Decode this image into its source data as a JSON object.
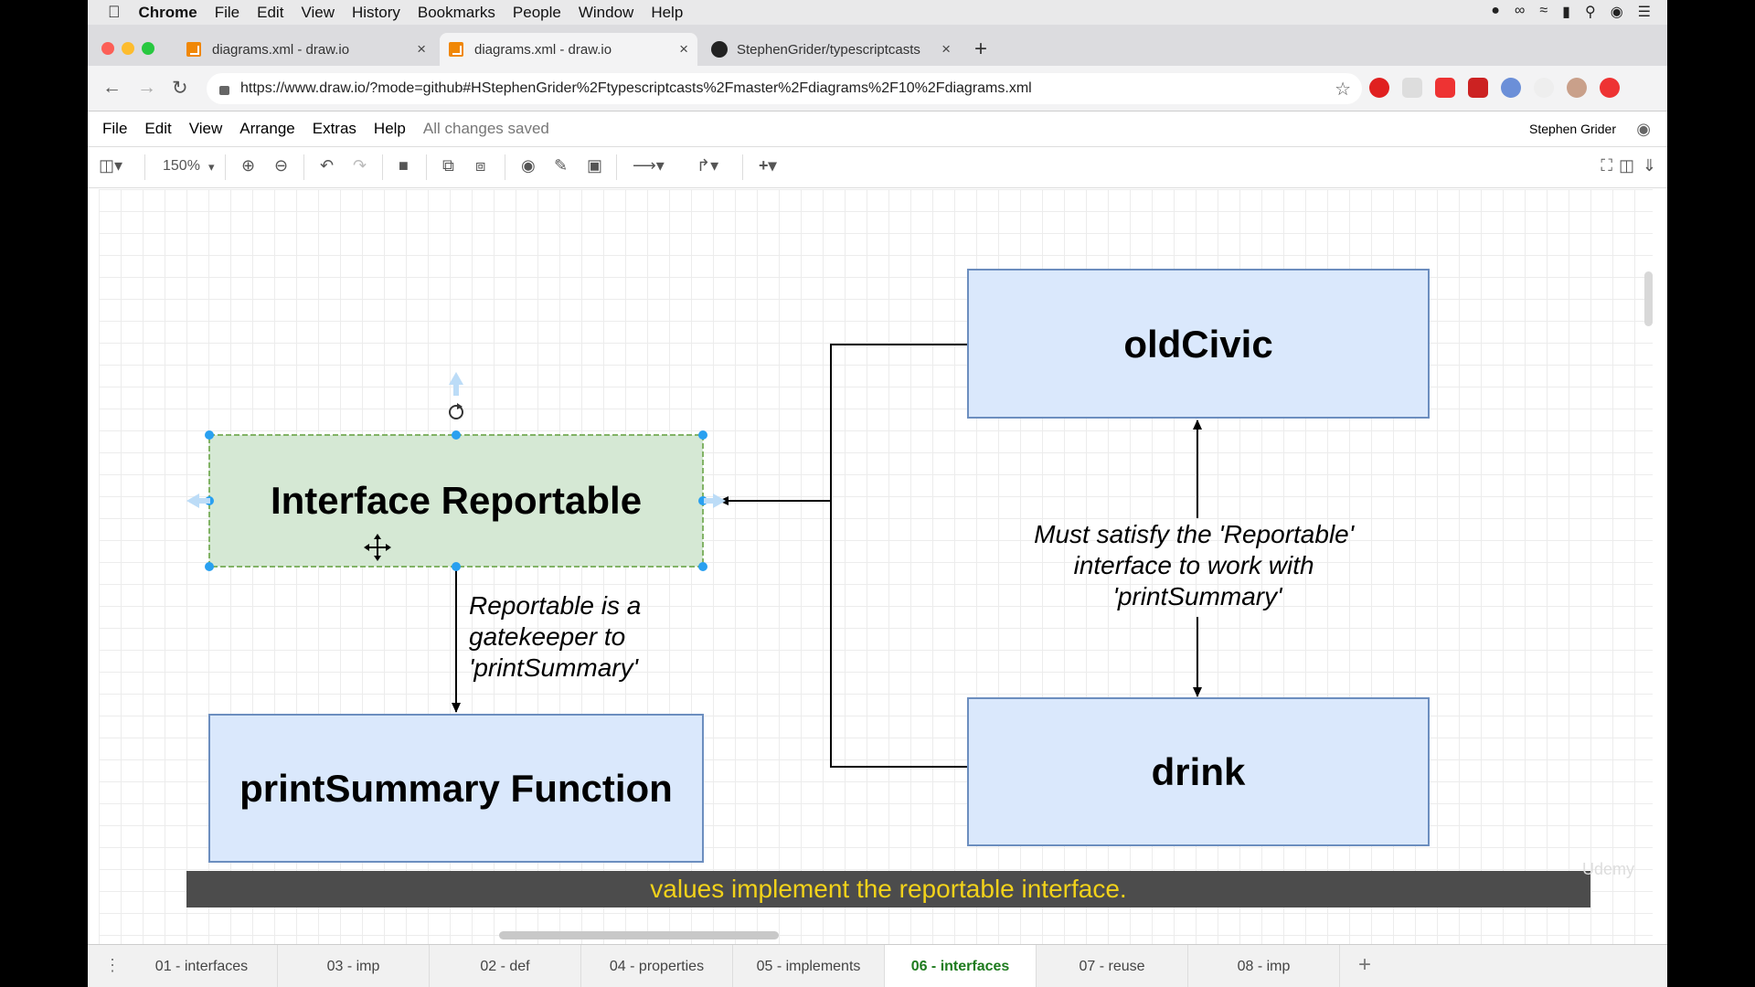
{
  "mac_menu": {
    "items": [
      "Chrome",
      "File",
      "Edit",
      "View",
      "History",
      "Bookmarks",
      "People",
      "Window",
      "Help"
    ]
  },
  "browser": {
    "tabs": [
      {
        "title": "diagrams.xml - draw.io"
      },
      {
        "title": "diagrams.xml - draw.io"
      },
      {
        "title": "StephenGrider/typescriptcasts"
      }
    ],
    "url": "https://www.draw.io/?mode=github#HStephenGrider%2Ftypescriptcasts%2Fmaster%2Fdiagrams%2F10%2Fdiagrams.xml"
  },
  "drawio": {
    "menu": [
      "File",
      "Edit",
      "View",
      "Arrange",
      "Extras",
      "Help"
    ],
    "status": "All changes saved",
    "user": "Stephen Grider",
    "zoom": "150%"
  },
  "diagram": {
    "interface_box": "Interface Reportable",
    "function_box": "printSummary Function",
    "oldcivic_box": "oldCivic",
    "drink_box": "drink",
    "note_left": [
      "Reportable is a",
      "gatekeeper to",
      "'printSummary'"
    ],
    "note_right": [
      "Must satisfy the 'Reportable'",
      "interface to work with",
      "'printSummary'"
    ]
  },
  "colors": {
    "blue_fill": "#dae8fc",
    "blue_stroke": "#6c8ebf",
    "green_fill": "#d5e8d4",
    "green_stroke": "#82b366",
    "caption_text": "#f2d21a"
  },
  "caption": "values implement the reportable interface.",
  "watermark": "Udemy",
  "page_tabs": [
    "01 - interfaces",
    "03 - imp",
    "02 - def",
    "04 - properties",
    "05 - implements",
    "06 - interfaces",
    "07 - reuse",
    "08 - imp"
  ],
  "active_page": "06 - interfaces"
}
